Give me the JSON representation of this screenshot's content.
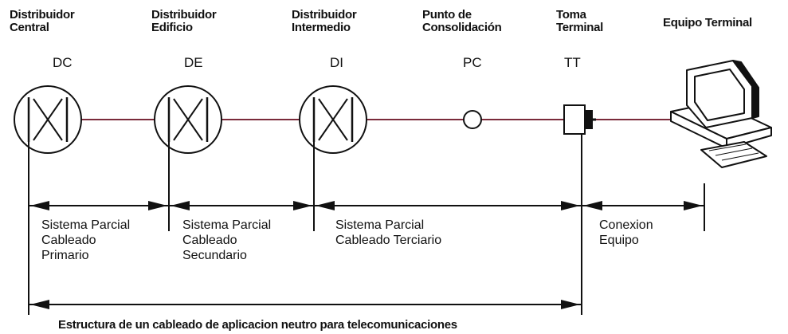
{
  "nodes": [
    {
      "label_lines": [
        "Distribuidor",
        "Central"
      ],
      "abbr": "DC"
    },
    {
      "label_lines": [
        "Distribuidor",
        "Edificio"
      ],
      "abbr": "DE"
    },
    {
      "label_lines": [
        "Distribuidor",
        "Intermedio"
      ],
      "abbr": "DI"
    },
    {
      "label_lines": [
        "Punto de",
        "Consolidación"
      ],
      "abbr": "PC"
    },
    {
      "label_lines": [
        "Toma",
        "Terminal"
      ],
      "abbr": "TT"
    },
    {
      "label_lines": [
        "Equipo Terminal"
      ],
      "abbr": ""
    }
  ],
  "segments": [
    {
      "lines": [
        "Sistema Parcial",
        "Cableado",
        "Primario"
      ]
    },
    {
      "lines": [
        "Sistema Parcial",
        "Cableado",
        "Secundario"
      ]
    },
    {
      "lines": [
        "Sistema Parcial",
        "Cableado Terciario"
      ]
    },
    {
      "lines": [
        "Conexion",
        "Equipo"
      ]
    }
  ],
  "caption": "Estructura de un cableado de aplicacion  neutro para telecomunicaciones",
  "icons": [
    "distributor-cross-icon",
    "consolidation-point-circle-icon",
    "outlet-jack-icon",
    "computer-terminal-icon"
  ],
  "colors": {
    "cable": "#7a2a3a",
    "line": "#111111"
  }
}
